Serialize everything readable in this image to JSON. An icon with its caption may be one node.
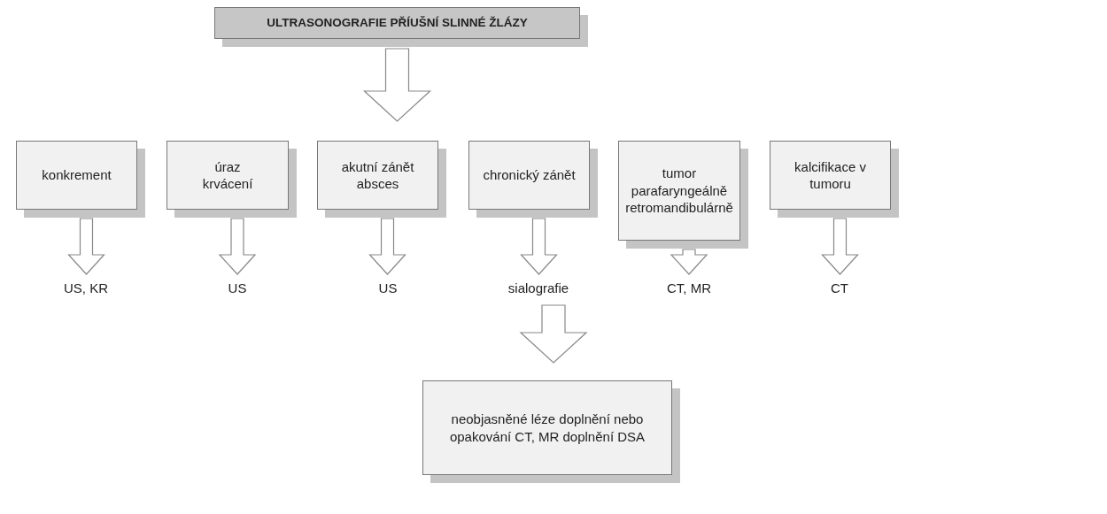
{
  "diagram": {
    "nodes": [
      {
        "text": [
          "ULTRASONOGRAFIE PŘÍUŠNÍ SLINNÉ ŽLÁZY"
        ]
      },
      {
        "text": [
          "konkrement"
        ]
      },
      {
        "text": [
          "úraz krvácení"
        ]
      },
      {
        "text": [
          "akutní zánět absces"
        ]
      },
      {
        "text": [
          "chronický zánět"
        ]
      },
      {
        "text": [
          "tumor parafaryngeálně retromandibulárně"
        ]
      },
      {
        "text": [
          "kalcifikace v tumoru"
        ]
      },
      {
        "text": [
          "US, KR"
        ]
      },
      {
        "text": [
          "US"
        ]
      },
      {
        "text": [
          "US"
        ]
      },
      {
        "text": [
          "sialografie"
        ]
      },
      {
        "text": [
          "CT, MR"
        ]
      },
      {
        "text": [
          "CT"
        ]
      },
      {
        "text": [
          "neobjasněné léze doplnění nebo opakování CT, MR doplnění DSA"
        ]
      }
    ],
    "edges": [
      {
        "from": 0,
        "to": null,
        "arrow": "to"
      },
      {
        "from": 1,
        "to": 7,
        "arrow": "to"
      },
      {
        "from": 2,
        "to": 8,
        "arrow": "to"
      },
      {
        "from": 3,
        "to": 9,
        "arrow": "to"
      },
      {
        "from": 4,
        "to": 10,
        "arrow": "to"
      },
      {
        "from": 5,
        "to": 11,
        "arrow": "to"
      },
      {
        "from": 6,
        "to": 12,
        "arrow": "to"
      },
      {
        "from": null,
        "to": 13,
        "arrow": "to"
      }
    ]
  }
}
